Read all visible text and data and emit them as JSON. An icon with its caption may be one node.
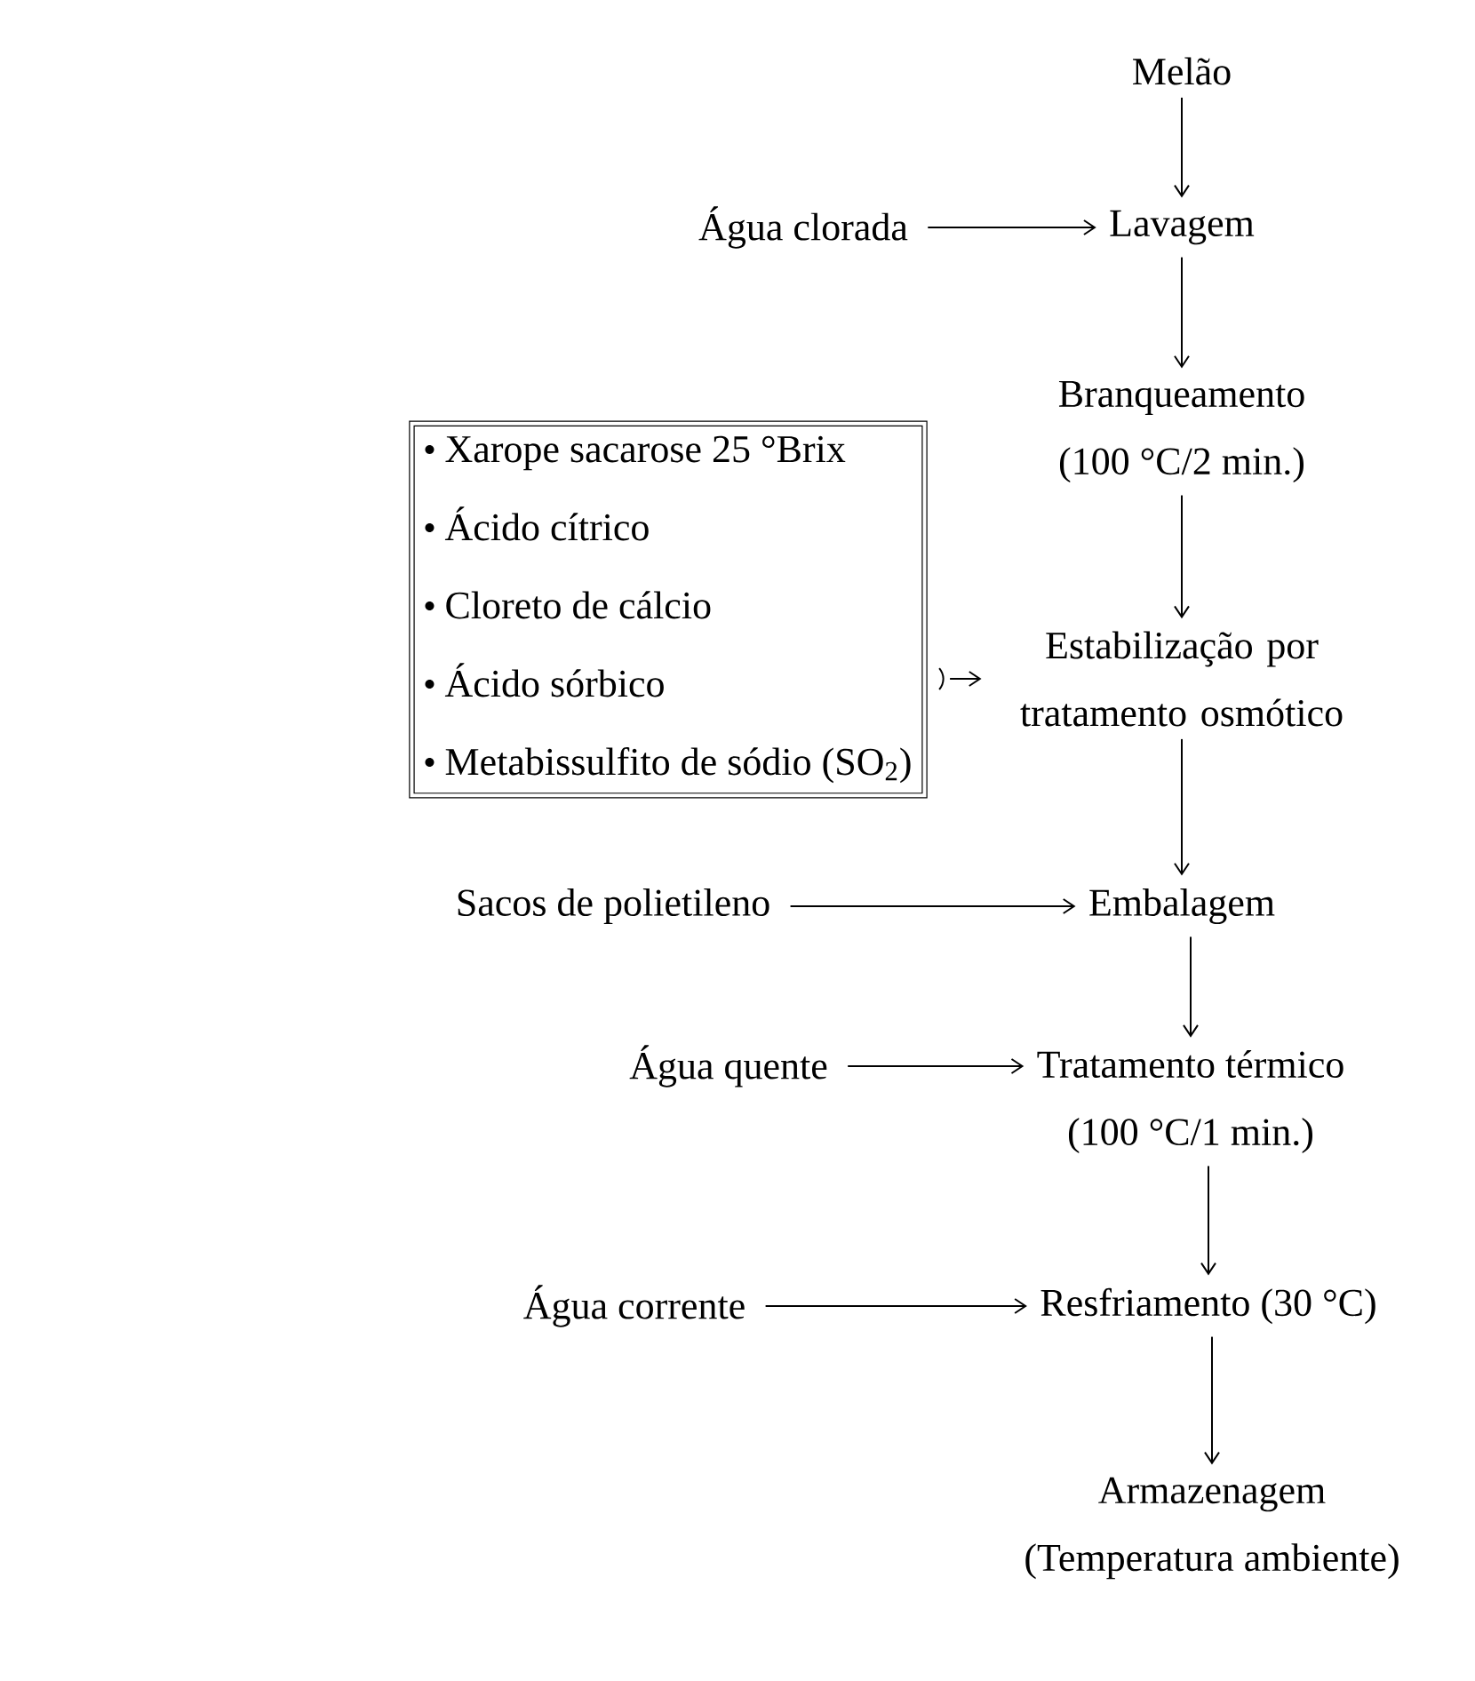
{
  "diagram": {
    "nodes": [
      {
        "text": [
          "Melão"
        ]
      },
      {
        "text": [
          "Lavagem"
        ]
      },
      {
        "text": [
          "Água clorada"
        ]
      },
      {
        "text": [
          "Branqueamento",
          "(100 °C/2 min.)"
        ]
      },
      {
        "text": [
          "Xarope sacarose 25 °Brix",
          "Ácido cítrico",
          "Cloreto de cálcio",
          "Ácido sórbico",
          "Metabissulfito de sódio (SO$_{2}$)"
        ]
      },
      {
        "text": [
          "Estabilização por tratamento osmótico"
        ]
      },
      {
        "text": [
          "Embalagem"
        ]
      },
      {
        "text": [
          "Sacos de polietileno"
        ]
      },
      {
        "text": [
          "Tratamento térmico",
          "(100 °C/1 min.)"
        ]
      },
      {
        "text": [
          "Água quente"
        ]
      },
      {
        "text": [
          "Resfriamento (30 °C)"
        ]
      },
      {
        "text": [
          "Água corrente"
        ]
      },
      {
        "text": [
          "Armazenagem",
          "(Temperatura ambiente)"
        ]
      }
    ],
    "edges": [
      {
        "from": 0,
        "to": 1,
        "arrow": "to"
      },
      {
        "from": 2,
        "to": 1,
        "arrow": "to"
      },
      {
        "from": 1,
        "to": 3,
        "arrow": "to"
      },
      {
        "from": 3,
        "to": 5,
        "arrow": "to"
      },
      {
        "from": 4,
        "to": 5,
        "arrow": "to"
      },
      {
        "from": 5,
        "to": 6,
        "arrow": "to"
      },
      {
        "from": 7,
        "to": 6,
        "arrow": "to"
      },
      {
        "from": 6,
        "to": 8,
        "arrow": "to"
      },
      {
        "from": 9,
        "to": 8,
        "arrow": "to"
      },
      {
        "from": 8,
        "to": 10,
        "arrow": "to"
      },
      {
        "from": 11,
        "to": 10,
        "arrow": "to"
      },
      {
        "from": 10,
        "to": 12,
        "arrow": "to"
      }
    ]
  }
}
